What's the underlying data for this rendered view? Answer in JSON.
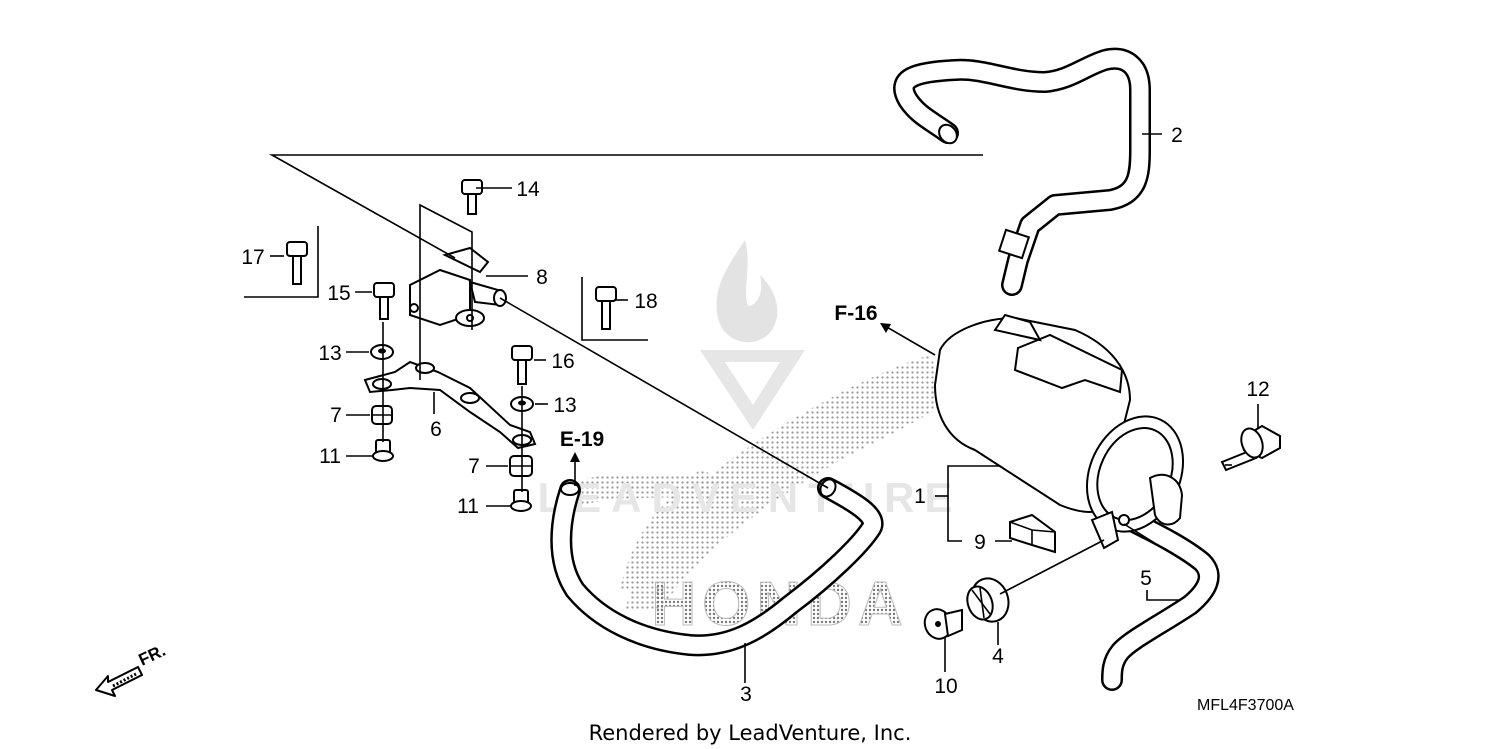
{
  "diagram": {
    "callouts": [
      {
        "id": "c1",
        "label": "1"
      },
      {
        "id": "c2",
        "label": "2"
      },
      {
        "id": "c3",
        "label": "3"
      },
      {
        "id": "c4",
        "label": "4"
      },
      {
        "id": "c5",
        "label": "5"
      },
      {
        "id": "c6",
        "label": "6"
      },
      {
        "id": "c7a",
        "label": "7"
      },
      {
        "id": "c7b",
        "label": "7"
      },
      {
        "id": "c8",
        "label": "8"
      },
      {
        "id": "c9",
        "label": "9"
      },
      {
        "id": "c10",
        "label": "10"
      },
      {
        "id": "c11a",
        "label": "11"
      },
      {
        "id": "c11b",
        "label": "11"
      },
      {
        "id": "c12",
        "label": "12"
      },
      {
        "id": "c13a",
        "label": "13"
      },
      {
        "id": "c13b",
        "label": "13"
      },
      {
        "id": "c14",
        "label": "14"
      },
      {
        "id": "c15",
        "label": "15"
      },
      {
        "id": "c16",
        "label": "16"
      },
      {
        "id": "c17",
        "label": "17"
      },
      {
        "id": "c18",
        "label": "18"
      }
    ],
    "refs": {
      "f16": "F-16",
      "e19": "E-19"
    },
    "direction_label": "FR.",
    "drawing_code": "MFL4F3700A",
    "credit": "Rendered by LeadVenture, Inc.",
    "watermark": {
      "word_leadventure": "LEADVENTURE",
      "word_honda": "HONDA"
    }
  }
}
